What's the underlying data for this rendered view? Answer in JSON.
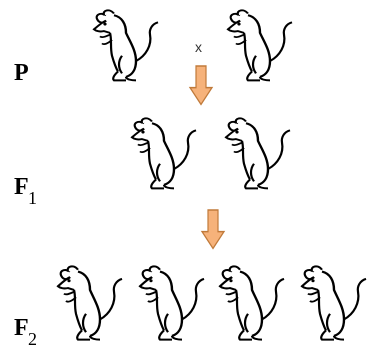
{
  "generations": [
    {
      "label": "P",
      "subscript": ""
    },
    {
      "label": "F",
      "subscript": "1"
    },
    {
      "label": "F",
      "subscript": "2"
    }
  ],
  "cross_symbol": "x",
  "colors": {
    "arrow_fill": "#f6b27a",
    "arrow_stroke": "#c07a3a",
    "outline": "#000000",
    "background": "#ffffff"
  },
  "mouse_counts": {
    "P": 2,
    "F1": 2,
    "F2": 4
  }
}
